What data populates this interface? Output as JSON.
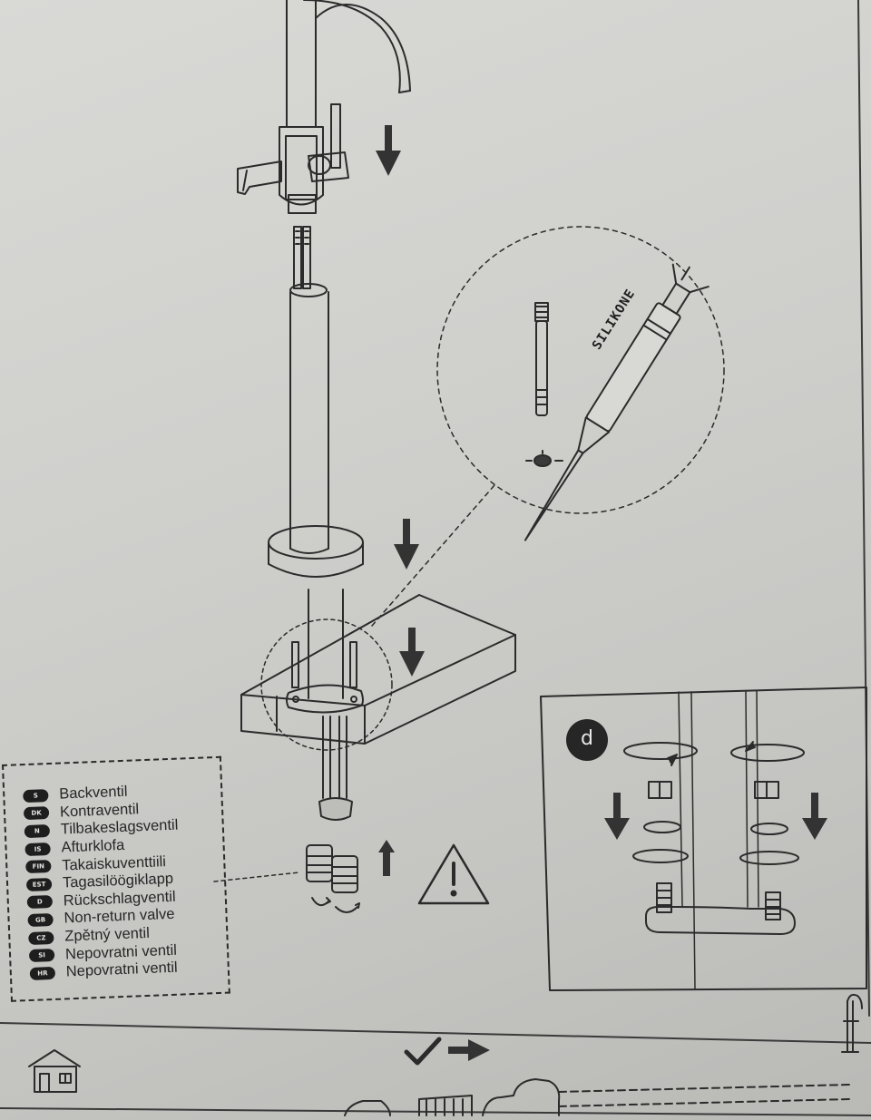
{
  "silicone_label": "SILIKONE",
  "step_badge": "d",
  "legend": {
    "items": [
      {
        "code": "S",
        "name": "Backventil"
      },
      {
        "code": "DK",
        "name": "Kontraventil"
      },
      {
        "code": "N",
        "name": "Tilbakeslagsventil"
      },
      {
        "code": "IS",
        "name": "Afturklofa"
      },
      {
        "code": "FIN",
        "name": "Takaiskuventtiili"
      },
      {
        "code": "EST",
        "name": "Tagasilöögiklapp"
      },
      {
        "code": "D",
        "name": "Rückschlagventil"
      },
      {
        "code": "GB",
        "name": "Non-return valve"
      },
      {
        "code": "CZ",
        "name": "Zpětný ventil"
      },
      {
        "code": "SI",
        "name": "Nepovratni ventil"
      },
      {
        "code": "HR",
        "name": "Nepovratni ventil"
      }
    ]
  },
  "icons": [
    "down-arrow-icon",
    "up-arrow-icon",
    "right-arrow-icon",
    "warning-icon",
    "rotate-arrow-icon",
    "checkmark-icon",
    "house-icon",
    "faucet-icon"
  ]
}
